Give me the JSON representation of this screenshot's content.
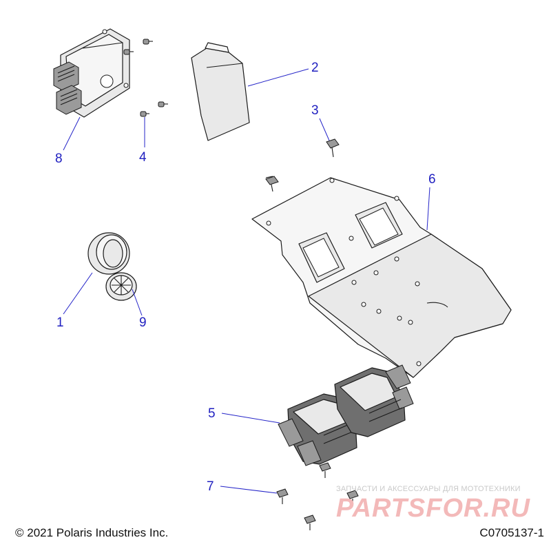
{
  "callouts": {
    "c1": "1",
    "c2": "2",
    "c3": "3",
    "c4": "4",
    "c5": "5",
    "c6": "6",
    "c7": "7",
    "c8": "8",
    "c9": "9"
  },
  "footer": {
    "copyright": "© 2021 Polaris Industries Inc.",
    "drawing_number": "C0705137-1"
  },
  "watermark": {
    "tagline": "ЗАПЧАСТИ И АКСЕССУАРЫ ДЛЯ МОТОТЕХНИКИ",
    "logo": "PARTSFOR.RU"
  },
  "colors": {
    "callout": "#2020c0",
    "watermark_logo": "#f3b9b9"
  }
}
